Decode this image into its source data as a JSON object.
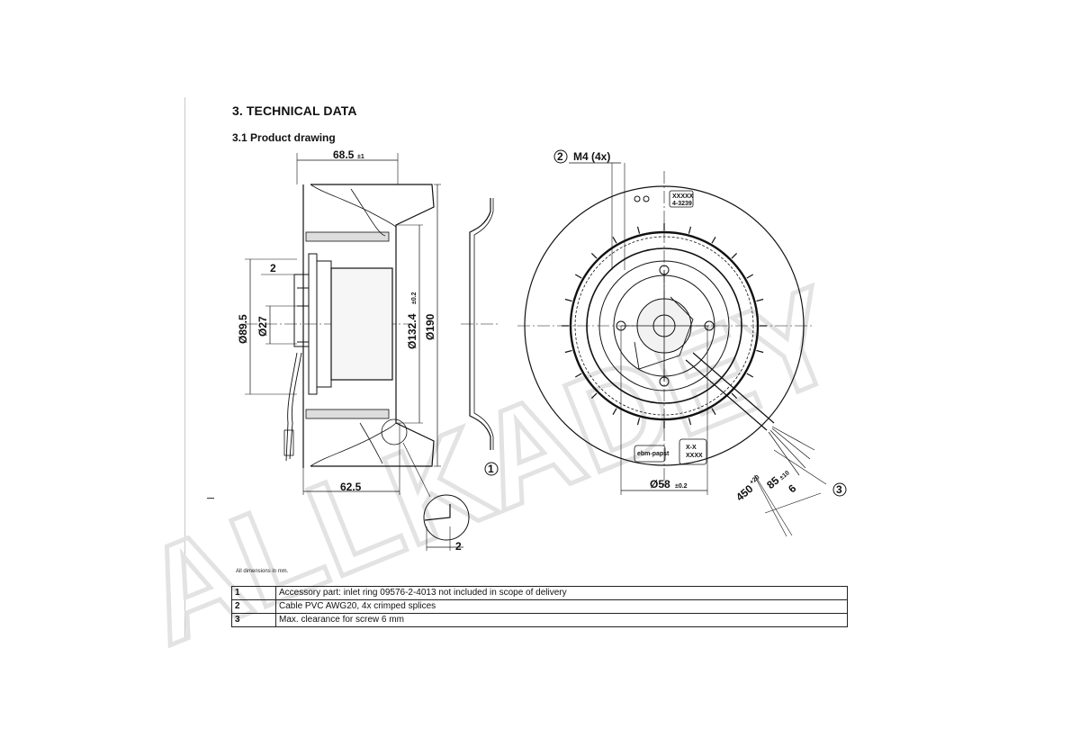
{
  "section_title": "3. TECHNICAL DATA",
  "subsection_title": "3.1 Product drawing",
  "watermark": "ALLKADEY",
  "side_view": {
    "dim_width_top": "68.5",
    "dim_width_top_tol": "±1",
    "dim_offset": "2",
    "dim_dia_89": "Ø89.5",
    "dim_dia_27": "Ø27",
    "dim_dia_132": "Ø132.4",
    "dim_dia_132_tol": "±0.2",
    "dim_dia_190": "Ø190",
    "dim_width_bottom": "62.5",
    "detail_dim": "2"
  },
  "front_view": {
    "callout_2_label": "2",
    "screw_label": "M4 (4x)",
    "label_top_1": "XXXXX",
    "label_top_2": "4-3239",
    "label_bottom_1": "X-X",
    "label_bottom_2": "XXXX",
    "label_small": "ebm-papst",
    "dim_dia_58": "Ø58",
    "dim_dia_58_tol": "±0.2",
    "dim_cable_450": "450",
    "dim_cable_450_tol": "+20",
    "dim_cable_85": "85",
    "dim_cable_85_tol": "±10",
    "dim_cable_6": "6",
    "callout_3_label": "3"
  },
  "inlet_ring": {
    "callout_1_label": "1"
  },
  "all_dimensions_note": "All dimensions in mm.",
  "notes_table": [
    {
      "num": "1",
      "text": "Accessory part: inlet ring 09576-2-4013 not included in scope of delivery"
    },
    {
      "num": "2",
      "text": "Cable PVC AWG20, 4x crimped splices"
    },
    {
      "num": "3",
      "text": "Max. clearance for screw 6 mm"
    }
  ]
}
